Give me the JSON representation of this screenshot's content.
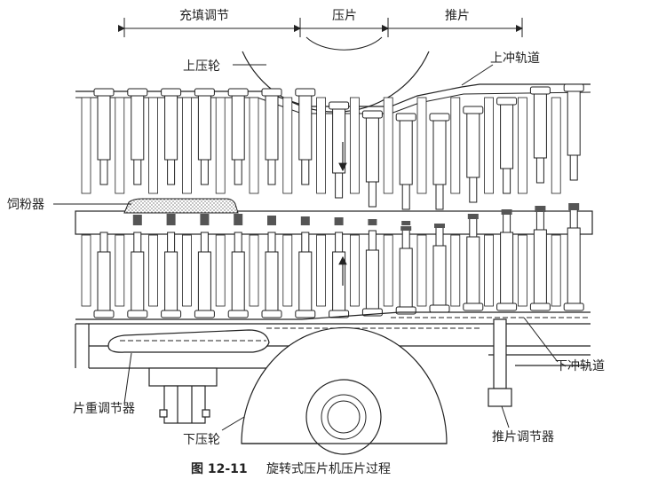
{
  "stages": {
    "fill_adjust": "充填调节",
    "compress": "压片",
    "push": "推片"
  },
  "labels": {
    "upper_roller": "上压轮",
    "upper_track": "上冲轨道",
    "feeder": "饲粉器",
    "lower_track": "下冲轨道",
    "weight_adjuster": "片重调节器",
    "lower_roller": "下压轮",
    "push_adjuster": "推片调节器"
  },
  "caption": {
    "figure_no": "图 12-11",
    "title": "旋转式压片机压片过程"
  },
  "colors": {
    "ink": "#222222",
    "fill": "#555555",
    "paper": "#ffffff"
  }
}
